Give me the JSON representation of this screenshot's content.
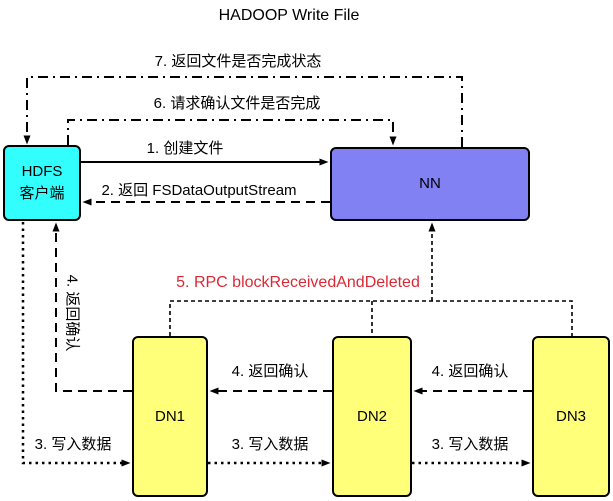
{
  "title": "HADOOP Write File",
  "colors": {
    "client_fill": "#33FEFE",
    "namenode_fill": "#8181F3",
    "datanode_fill": "#FFFF7A",
    "rpc_label": "#DC2834",
    "line": "#000000"
  },
  "nodes": {
    "client": {
      "label_line1": "HDFS",
      "label_line2": "客户端"
    },
    "namenode": {
      "label": "NN"
    },
    "dn1": {
      "label": "DN1"
    },
    "dn2": {
      "label": "DN2"
    },
    "dn3": {
      "label": "DN3"
    }
  },
  "edges": {
    "step1": "1. 创建文件",
    "step2": "2. 返回 FSDataOutputStream",
    "step3": "3. 写入数据",
    "step4": "4. 返回确认",
    "step5": "5. RPC blockReceivedAndDeleted",
    "step6": "6. 请求确认文件是否完成",
    "step7": "7. 返回文件是否完成状态"
  }
}
